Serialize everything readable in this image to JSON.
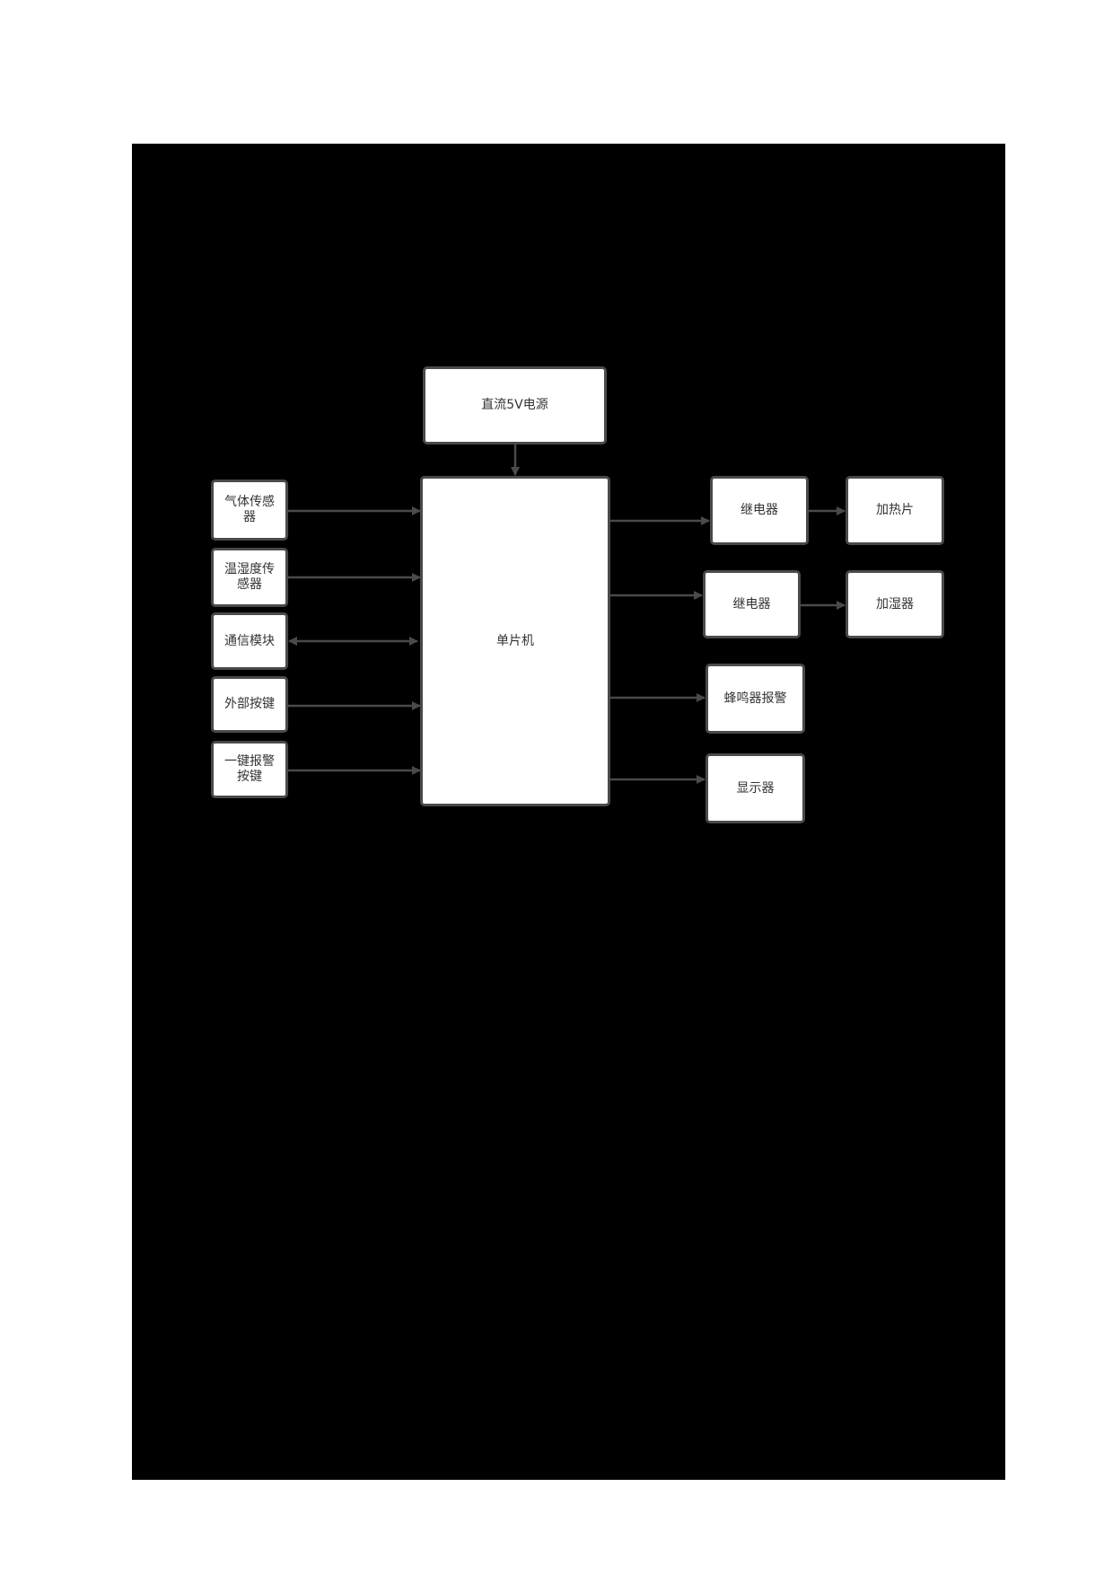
{
  "diagram": {
    "title": "",
    "colors": {
      "background": "#000000",
      "page": "#ffffff",
      "box_fill": "#ffffff",
      "box_border": "#4a4a4a",
      "line": "#4a4a4a",
      "text": "#333333"
    },
    "nodes": {
      "power": {
        "label": "直流5V电源"
      },
      "mcu": {
        "label": "单片机"
      },
      "gas_sensor": {
        "label": "气体传感器"
      },
      "temp_humidity_sensor": {
        "label": "温湿度传感器"
      },
      "comm_module": {
        "label": "通信模块"
      },
      "external_keys": {
        "label": "外部按键"
      },
      "alarm_key": {
        "label": "一键报警按键"
      },
      "relay_1": {
        "label": "继电器"
      },
      "heater": {
        "label": "加热片"
      },
      "relay_2": {
        "label": "继电器"
      },
      "humidifier": {
        "label": "加湿器"
      },
      "buzzer": {
        "label": "蜂鸣器报警"
      },
      "display": {
        "label": "显示器"
      }
    },
    "edges": [
      {
        "from": "power",
        "to": "mcu",
        "direction": "one-way"
      },
      {
        "from": "gas_sensor",
        "to": "mcu",
        "direction": "one-way"
      },
      {
        "from": "temp_humidity_sensor",
        "to": "mcu",
        "direction": "one-way"
      },
      {
        "from": "comm_module",
        "to": "mcu",
        "direction": "two-way"
      },
      {
        "from": "external_keys",
        "to": "mcu",
        "direction": "one-way"
      },
      {
        "from": "alarm_key",
        "to": "mcu",
        "direction": "one-way"
      },
      {
        "from": "mcu",
        "to": "relay_1",
        "direction": "one-way"
      },
      {
        "from": "relay_1",
        "to": "heater",
        "direction": "one-way"
      },
      {
        "from": "mcu",
        "to": "relay_2",
        "direction": "one-way"
      },
      {
        "from": "relay_2",
        "to": "humidifier",
        "direction": "one-way"
      },
      {
        "from": "mcu",
        "to": "buzzer",
        "direction": "one-way"
      },
      {
        "from": "mcu",
        "to": "display",
        "direction": "one-way"
      }
    ]
  }
}
